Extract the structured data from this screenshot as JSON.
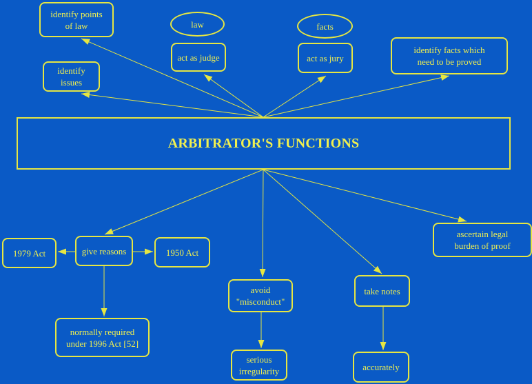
{
  "colors": {
    "background": "#0A5AC6",
    "stroke": "#E6E642",
    "text": "#F0F050"
  },
  "nodes": {
    "center": "ARBITRATOR'S FUNCTIONS",
    "identify_points_of_law": "identify points\nof law",
    "identify_issues": "identify\nissues",
    "law": "law",
    "act_as_judge": "act as judge",
    "facts": "facts",
    "act_as_jury": "act as jury",
    "identify_facts": "identify facts which\nneed to be proved",
    "act_1979": "1979 Act",
    "give_reasons": "give reasons",
    "act_1950": "1950 Act",
    "normally_required": "normally required\nunder 1996 Act [52]",
    "avoid_misconduct": "avoid\n\"misconduct\"",
    "serious_irregularity": "serious\nirregularity",
    "take_notes": "take notes",
    "accurately": "accurately",
    "burden_of_proof": "ascertain legal\nburden of proof"
  }
}
